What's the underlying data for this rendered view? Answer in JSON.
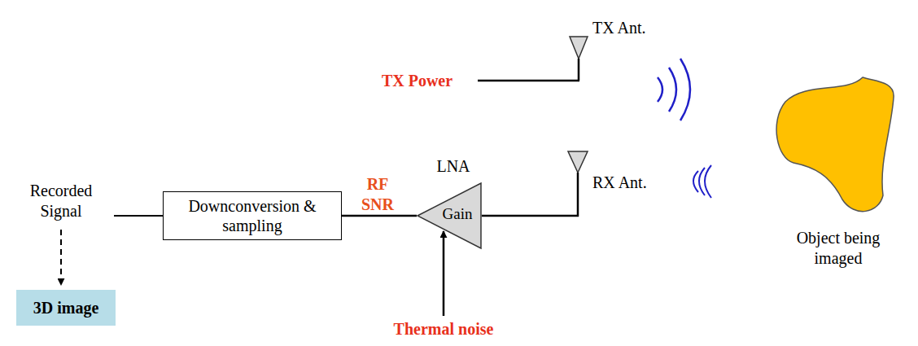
{
  "diagram": {
    "nodes": [
      {
        "text": [
          "Downconversion & sampling"
        ]
      },
      {
        "text": [
          "LNA",
          "Gain"
        ]
      },
      {
        "text": [
          "3D image"
        ]
      }
    ],
    "edges": [
      {
        "from": 0,
        "to": 1,
        "arrow": "none"
      }
    ],
    "labels": [
      "TX Ant.",
      "TX Power",
      "RX Ant.",
      "Object being imaged",
      "Recorded Signal",
      "RF SNR",
      "Thermal noise"
    ]
  }
}
